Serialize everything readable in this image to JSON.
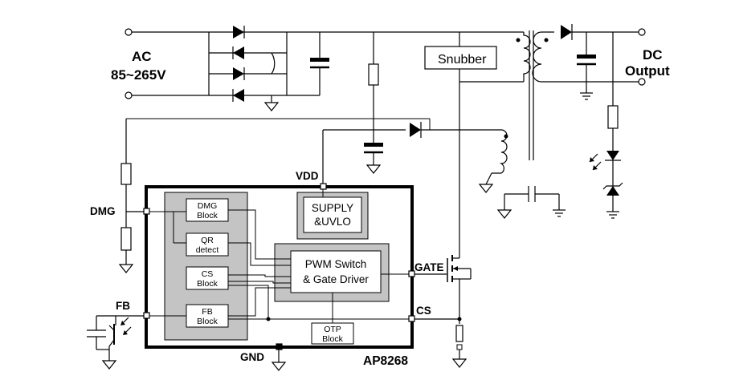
{
  "input": {
    "label": "AC",
    "range": "85~265V"
  },
  "output": {
    "label_line1": "DC",
    "label_line2": "Output"
  },
  "snubber": {
    "label": "Snubber"
  },
  "ic": {
    "part": "AP8268",
    "pins": {
      "vdd": "VDD",
      "dmg": "DMG",
      "fb": "FB",
      "gate": "GATE",
      "cs": "CS",
      "gnd": "GND"
    },
    "blocks": {
      "supply": [
        "SUPPLY",
        "&UVLO"
      ],
      "pwm": [
        "PWM Switch",
        "& Gate Driver"
      ],
      "dmg": [
        "DMG",
        "Block"
      ],
      "qr": [
        "QR",
        "detect"
      ],
      "cs": [
        "CS",
        "Block"
      ],
      "fb": [
        "FB",
        "Block"
      ],
      "otp": [
        "OTP",
        "Block"
      ]
    }
  }
}
